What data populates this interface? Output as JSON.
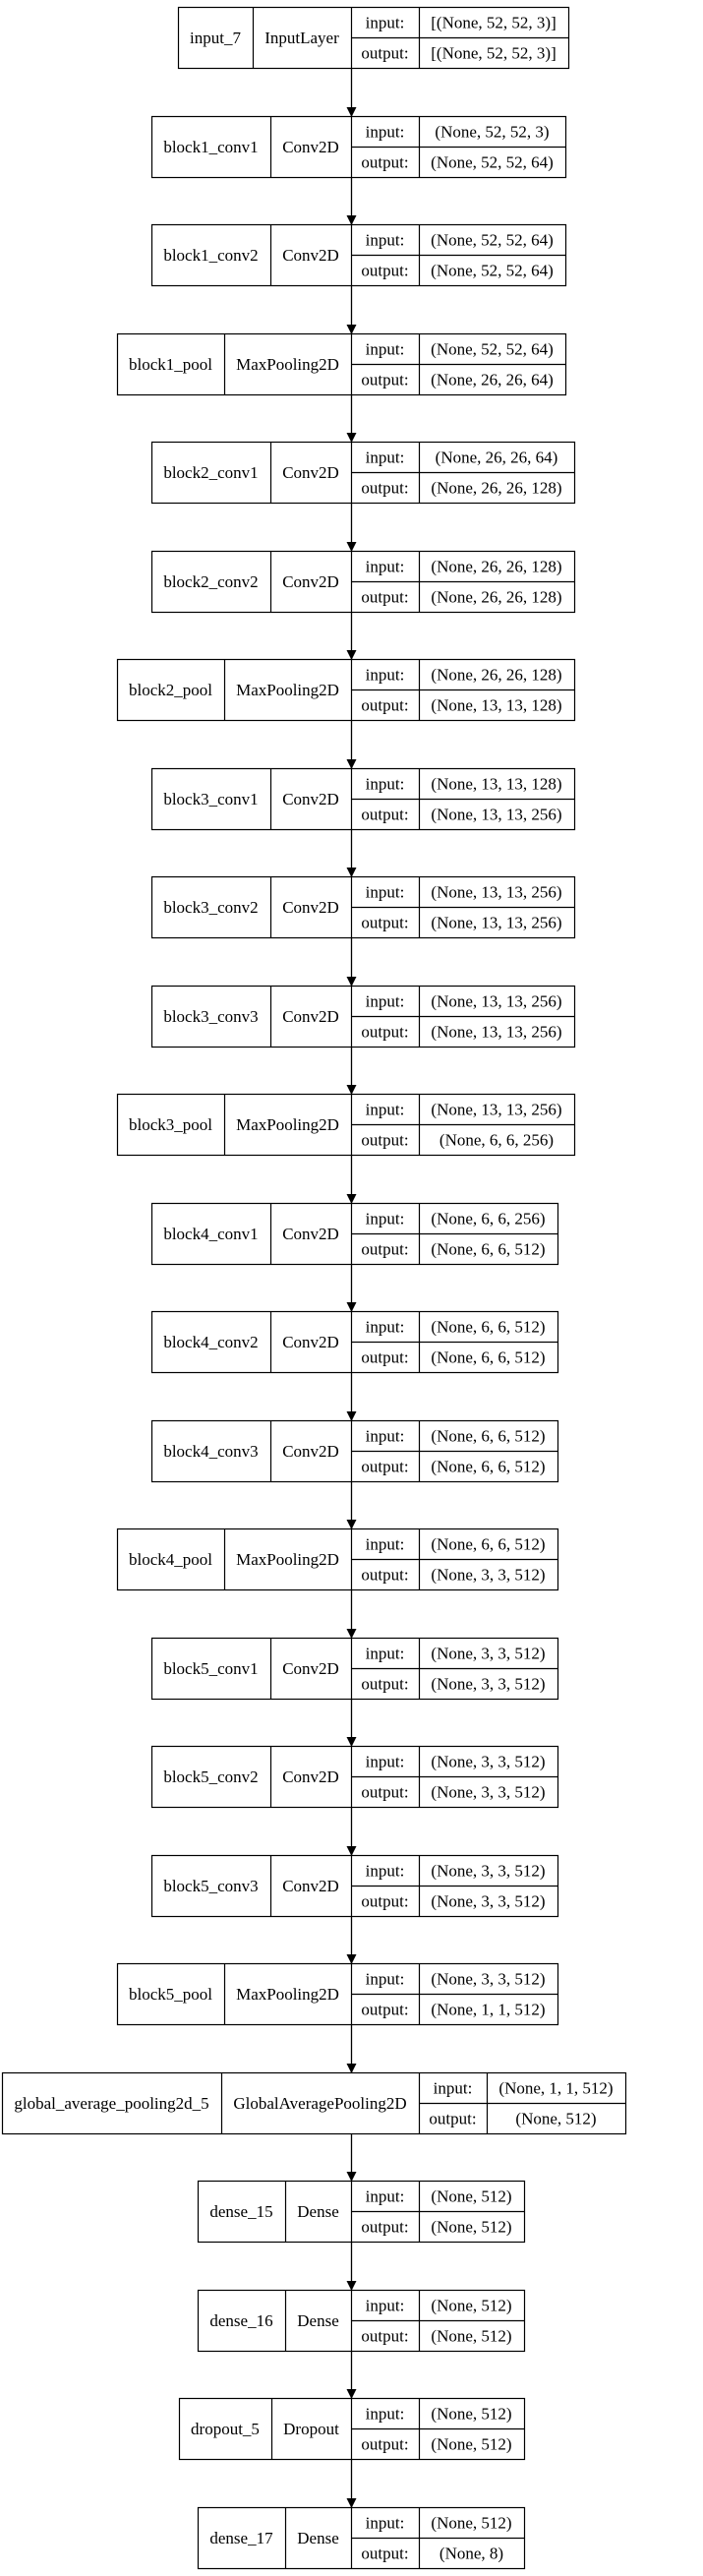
{
  "layers": [
    {
      "name": "input_7",
      "type": "InputLayer",
      "input_label": "input:",
      "output_label": "output:",
      "input": "[(None, 52, 52, 3)]",
      "output": "[(None, 52, 52, 3)]"
    },
    {
      "name": "block1_conv1",
      "type": "Conv2D",
      "input_label": "input:",
      "output_label": "output:",
      "input": "(None, 52, 52, 3)",
      "output": "(None, 52, 52, 64)"
    },
    {
      "name": "block1_conv2",
      "type": "Conv2D",
      "input_label": "input:",
      "output_label": "output:",
      "input": "(None, 52, 52, 64)",
      "output": "(None, 52, 52, 64)"
    },
    {
      "name": "block1_pool",
      "type": "MaxPooling2D",
      "input_label": "input:",
      "output_label": "output:",
      "input": "(None, 52, 52, 64)",
      "output": "(None, 26, 26, 64)"
    },
    {
      "name": "block2_conv1",
      "type": "Conv2D",
      "input_label": "input:",
      "output_label": "output:",
      "input": "(None, 26, 26, 64)",
      "output": "(None, 26, 26, 128)"
    },
    {
      "name": "block2_conv2",
      "type": "Conv2D",
      "input_label": "input:",
      "output_label": "output:",
      "input": "(None, 26, 26, 128)",
      "output": "(None, 26, 26, 128)"
    },
    {
      "name": "block2_pool",
      "type": "MaxPooling2D",
      "input_label": "input:",
      "output_label": "output:",
      "input": "(None, 26, 26, 128)",
      "output": "(None, 13, 13, 128)"
    },
    {
      "name": "block3_conv1",
      "type": "Conv2D",
      "input_label": "input:",
      "output_label": "output:",
      "input": "(None, 13, 13, 128)",
      "output": "(None, 13, 13, 256)"
    },
    {
      "name": "block3_conv2",
      "type": "Conv2D",
      "input_label": "input:",
      "output_label": "output:",
      "input": "(None, 13, 13, 256)",
      "output": "(None, 13, 13, 256)"
    },
    {
      "name": "block3_conv3",
      "type": "Conv2D",
      "input_label": "input:",
      "output_label": "output:",
      "input": "(None, 13, 13, 256)",
      "output": "(None, 13, 13, 256)"
    },
    {
      "name": "block3_pool",
      "type": "MaxPooling2D",
      "input_label": "input:",
      "output_label": "output:",
      "input": "(None, 13, 13, 256)",
      "output": "(None, 6, 6, 256)"
    },
    {
      "name": "block4_conv1",
      "type": "Conv2D",
      "input_label": "input:",
      "output_label": "output:",
      "input": "(None, 6, 6, 256)",
      "output": "(None, 6, 6, 512)"
    },
    {
      "name": "block4_conv2",
      "type": "Conv2D",
      "input_label": "input:",
      "output_label": "output:",
      "input": "(None, 6, 6, 512)",
      "output": "(None, 6, 6, 512)"
    },
    {
      "name": "block4_conv3",
      "type": "Conv2D",
      "input_label": "input:",
      "output_label": "output:",
      "input": "(None, 6, 6, 512)",
      "output": "(None, 6, 6, 512)"
    },
    {
      "name": "block4_pool",
      "type": "MaxPooling2D",
      "input_label": "input:",
      "output_label": "output:",
      "input": "(None, 6, 6, 512)",
      "output": "(None, 3, 3, 512)"
    },
    {
      "name": "block5_conv1",
      "type": "Conv2D",
      "input_label": "input:",
      "output_label": "output:",
      "input": "(None, 3, 3, 512)",
      "output": "(None, 3, 3, 512)"
    },
    {
      "name": "block5_conv2",
      "type": "Conv2D",
      "input_label": "input:",
      "output_label": "output:",
      "input": "(None, 3, 3, 512)",
      "output": "(None, 3, 3, 512)"
    },
    {
      "name": "block5_conv3",
      "type": "Conv2D",
      "input_label": "input:",
      "output_label": "output:",
      "input": "(None, 3, 3, 512)",
      "output": "(None, 3, 3, 512)"
    },
    {
      "name": "block5_pool",
      "type": "MaxPooling2D",
      "input_label": "input:",
      "output_label": "output:",
      "input": "(None, 3, 3, 512)",
      "output": "(None, 1, 1, 512)"
    },
    {
      "name": "global_average_pooling2d_5",
      "type": "GlobalAveragePooling2D",
      "input_label": "input:",
      "output_label": "output:",
      "input": "(None, 1, 1, 512)",
      "output": "(None, 512)"
    },
    {
      "name": "dense_15",
      "type": "Dense",
      "input_label": "input:",
      "output_label": "output:",
      "input": "(None, 512)",
      "output": "(None, 512)"
    },
    {
      "name": "dense_16",
      "type": "Dense",
      "input_label": "input:",
      "output_label": "output:",
      "input": "(None, 512)",
      "output": "(None, 512)"
    },
    {
      "name": "dropout_5",
      "type": "Dropout",
      "input_label": "input:",
      "output_label": "output:",
      "input": "(None, 512)",
      "output": "(None, 512)"
    },
    {
      "name": "dense_17",
      "type": "Dense",
      "input_label": "input:",
      "output_label": "output:",
      "input": "(None, 512)",
      "output": "(None, 8)"
    }
  ]
}
